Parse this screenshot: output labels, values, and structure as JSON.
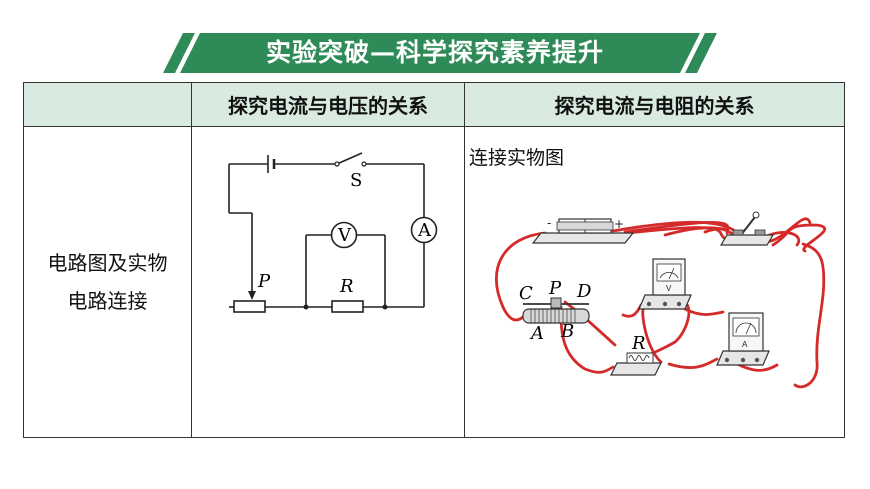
{
  "banner": {
    "title": "实验突破—科学探究素养提升"
  },
  "table": {
    "headers": [
      "",
      "探究电流与电压的关系",
      "探究电流与电阻的关系"
    ],
    "row": {
      "label_line1": "电路图及实物",
      "label_line2": "电路连接",
      "right_caption": "连接实物图"
    }
  },
  "schematic": {
    "switch_label": "S",
    "voltmeter_label": "V",
    "ammeter_label": "A",
    "slider_label": "P",
    "resistor_label": "R"
  },
  "photo": {
    "rheostat_labels": {
      "c": "C",
      "p": "P",
      "d": "D",
      "a": "A",
      "b": "B"
    },
    "resistor_label": "R",
    "battery_minus": "-",
    "battery_plus": "+",
    "voltmeter_label": "V",
    "ammeter_label": "A"
  },
  "colors": {
    "banner_green": "#2e8b57",
    "header_bg": "#d9ebe1",
    "wire_red": "#d42a2a"
  }
}
